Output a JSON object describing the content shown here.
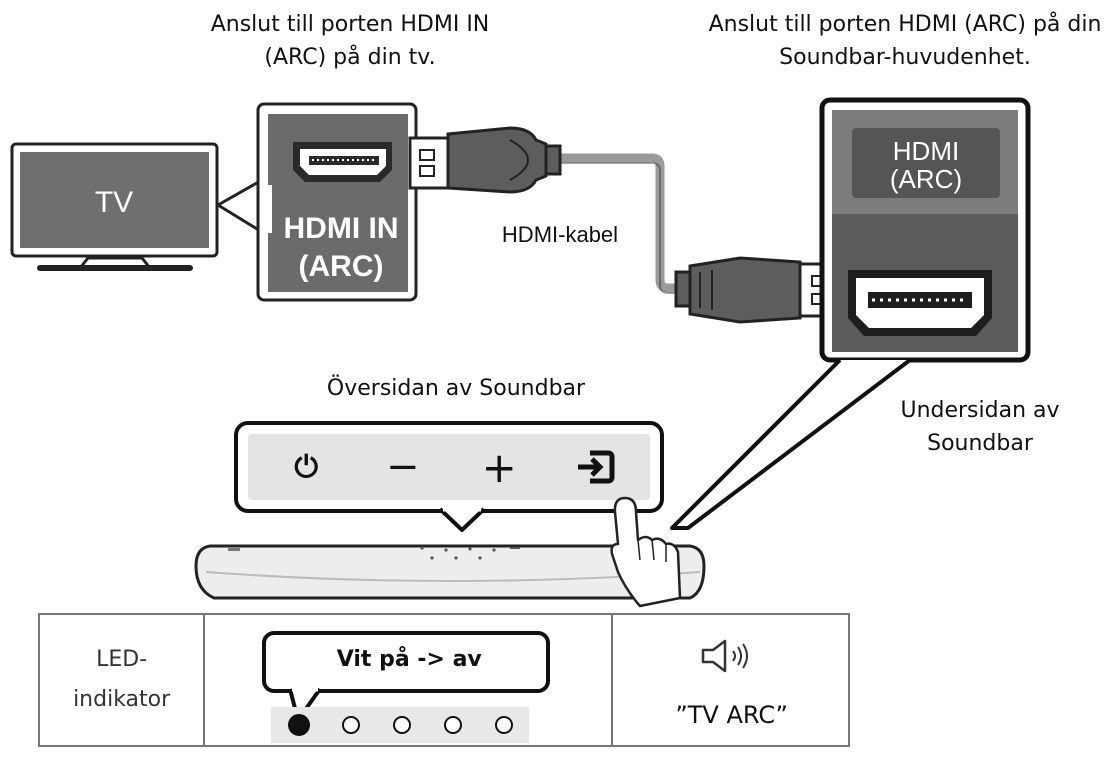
{
  "tv": {
    "caption_line1": "Anslut till porten HDMI IN",
    "caption_line2": "(ARC) på din tv.",
    "label": "TV"
  },
  "tv_port": {
    "label_line1": "HDMI IN",
    "label_line2": "(ARC)"
  },
  "cable": {
    "label": "HDMI-kabel"
  },
  "soundbar_port": {
    "caption_line1": "Anslut till porten HDMI (ARC) på din",
    "caption_line2": "Soundbar-huvudenhet.",
    "label_line1": "HDMI",
    "label_line2": "(ARC)"
  },
  "top_panel": {
    "caption": "Översidan av Soundbar",
    "buttons": [
      {
        "name": "power",
        "glyph": "⏻"
      },
      {
        "name": "volume-down",
        "glyph": "−"
      },
      {
        "name": "volume-up",
        "glyph": "+"
      },
      {
        "name": "source",
        "glyph": "source"
      }
    ]
  },
  "bottom_panel": {
    "caption_line1": "Undersidan av",
    "caption_line2": "Soundbar"
  },
  "led_table": {
    "label_line1": "LED-",
    "label_line2": "indikator",
    "status_callout": "Vit på -> av",
    "indicators": [
      "on",
      "off",
      "off",
      "off",
      "off"
    ],
    "speaker_icon": "speaker-icon",
    "voice_text": "”TV ARC”"
  },
  "colors": {
    "panel_grey": "#6a6a6a",
    "frame": "#1a1a1a",
    "cable_grey": "#9a9a9a"
  }
}
